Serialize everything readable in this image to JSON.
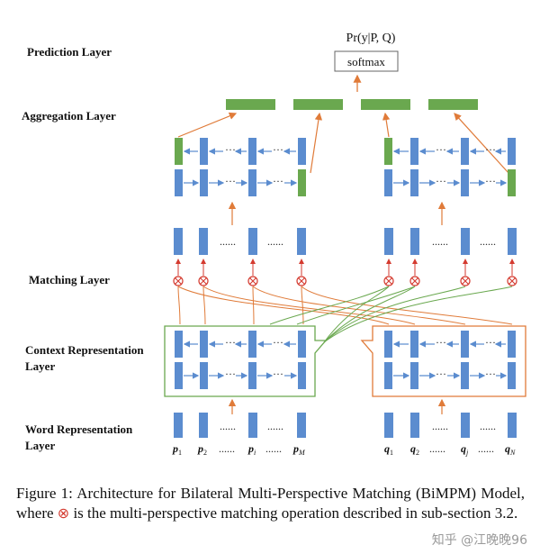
{
  "layers": {
    "prediction": "Prediction Layer",
    "aggregation": "Aggregation Layer",
    "matching": "Matching Layer",
    "context_line1": "Context Representation",
    "context_line2": "Layer",
    "word_line1": "Word Representation",
    "word_line2": "Layer"
  },
  "prediction": {
    "formula": "Pr(y|P, Q)",
    "softmax": "softmax"
  },
  "ellipsis": "......",
  "p_labels": [
    "p",
    "p",
    "......",
    "p",
    "......",
    "p"
  ],
  "p_subs": [
    "1",
    "2",
    "",
    "i",
    "",
    "M"
  ],
  "q_labels": [
    "q",
    "q",
    "......",
    "q",
    "......",
    "q"
  ],
  "q_subs": [
    "1",
    "2",
    "",
    "j",
    "",
    "N"
  ],
  "caption": {
    "part1": "Figure 1:  Architecture for Bilateral Multi-Perspective Matching (BiMPM) Model, where ",
    "symbol": "⊗",
    "part2": " is the multi-perspective matching operation described in sub-section 3.2."
  },
  "watermark": "知乎 @江晚晚96",
  "colors": {
    "blue": "#5b8ccf",
    "green": "#6aa84f",
    "orange": "#e07b39",
    "red": "#d43a2f",
    "text": "#111111"
  }
}
